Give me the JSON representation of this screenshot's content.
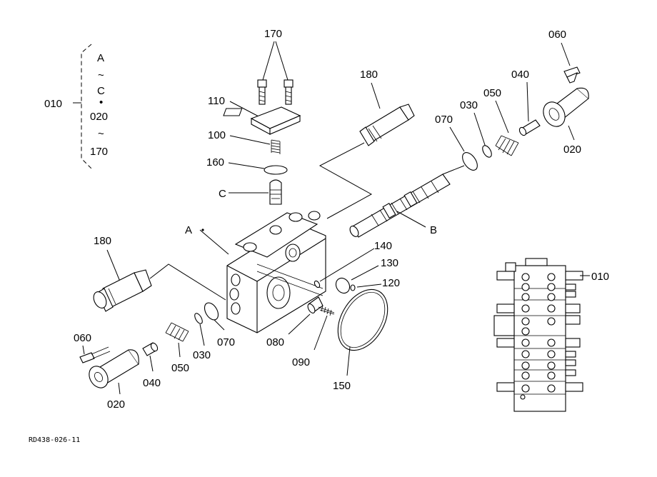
{
  "labels": {
    "p170": "170",
    "p110": "110",
    "p100": "100",
    "p160": "160",
    "pC": "C",
    "p180_top": "180",
    "p060_top": "060",
    "p040_top": "040",
    "p050_top": "050",
    "p030_top": "030",
    "p070_top": "070",
    "p020_top": "020",
    "pB": "B",
    "pA": "A",
    "p180_left": "180",
    "p140": "140",
    "p130": "130",
    "p120": "120",
    "p070_bot": "070",
    "p080": "080",
    "p090": "090",
    "p150": "150",
    "p060_bot": "060",
    "p040_bot": "040",
    "p050_bot": "050",
    "p030_bot": "030",
    "p020_bot": "020",
    "p010_right": "010"
  },
  "legend": {
    "group_label": "010",
    "dash": "~",
    "line1": "A",
    "line2": "C",
    "dot": "•",
    "line3": "020",
    "line4": "170"
  },
  "figure_code": "RD438-026-11"
}
